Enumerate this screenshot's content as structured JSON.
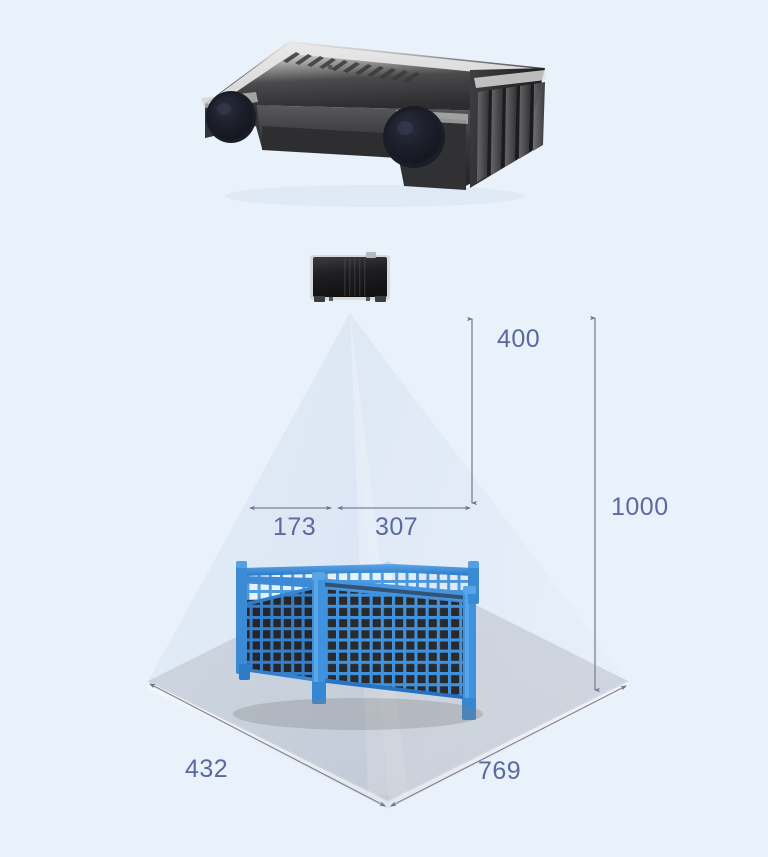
{
  "scene": {
    "title": "3D camera field-of-view measurement diagram",
    "background_color": "#e9f1fb",
    "floor_color": "#9a9a9c",
    "cone_color": "#dde7f5",
    "cage_color": "#2f7fd0",
    "device_color": "#2b2b2d",
    "dimension_color": "#5a6a9e"
  },
  "objects": {
    "camera_top": {
      "name": "3d-stereo-camera",
      "view": "perspective top view",
      "features": "two lenses, ribbed heat-sink housing"
    },
    "camera_apex": {
      "name": "3d-stereo-camera-bottom",
      "view": "bottom view",
      "role": "field-of-view origin"
    },
    "cage": {
      "name": "wire-mesh-pallet-cage",
      "color": "blue",
      "features": "open top, mesh walls, corner posts"
    },
    "floor": {
      "name": "ground-plate",
      "color": "gray"
    },
    "cone": {
      "name": "field-of-view-pyramid"
    }
  },
  "chart_data": {
    "type": "diagram",
    "title": "Camera field-of-view dimensions",
    "units": "mm",
    "measurements": [
      {
        "id": "height-400",
        "label": "400",
        "value": 400,
        "orientation": "vertical",
        "describes": "distance from camera to top of cage / upper measurement plane"
      },
      {
        "id": "width-173",
        "label": "173",
        "value": 173,
        "orientation": "horizontal",
        "describes": "left half-width of field of view at measurement plane"
      },
      {
        "id": "width-307",
        "label": "307",
        "value": 307,
        "orientation": "horizontal",
        "describes": "right half-width of field of view at measurement plane"
      },
      {
        "id": "height-1000",
        "label": "1000",
        "value": 1000,
        "orientation": "vertical",
        "describes": "total working distance from camera to floor"
      },
      {
        "id": "depth-432",
        "label": "432",
        "value": 432,
        "orientation": "diagonal-left",
        "describes": "floor coverage depth"
      },
      {
        "id": "width-769",
        "label": "769",
        "value": 769,
        "orientation": "diagonal-right",
        "describes": "floor coverage width"
      }
    ]
  },
  "labels": {
    "height_400": "400",
    "width_173": "173",
    "width_307": "307",
    "height_1000": "1000",
    "depth_432": "432",
    "width_769": "769"
  }
}
